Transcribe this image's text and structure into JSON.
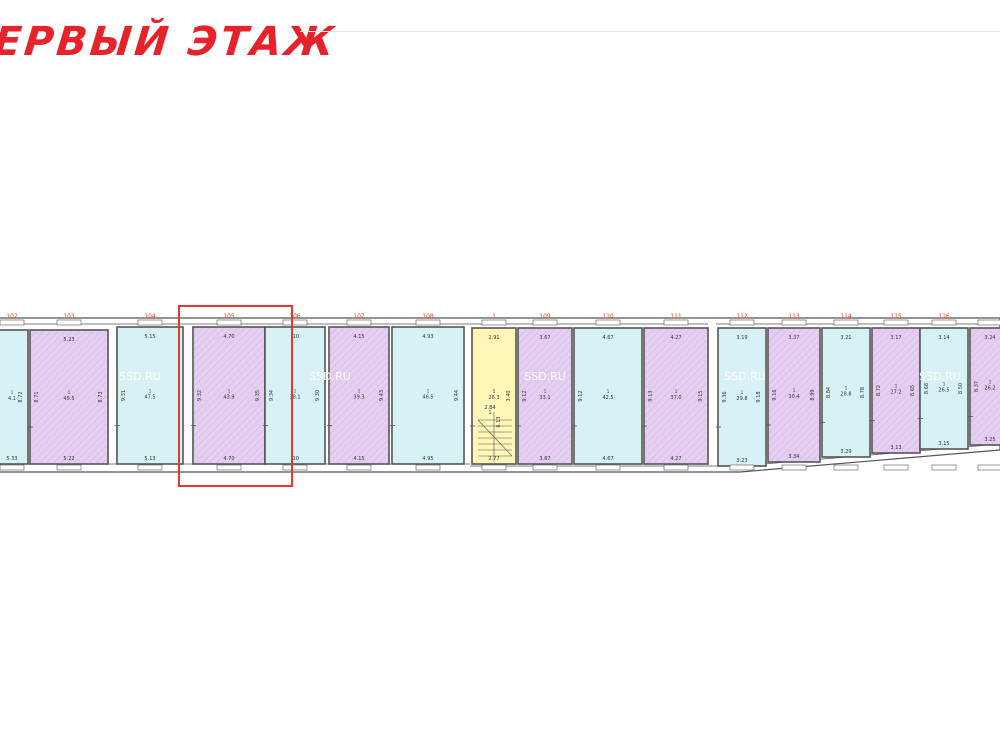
{
  "title": "ЕРВЫЙ ЭТАЖ",
  "colors": {
    "title": "#e6222b",
    "wall": "#555555",
    "cyan_fill": "#d6f2f4",
    "pink_fill": "#e6cdf2",
    "stair_fill": "#fff6b8",
    "hatch": "#8a8a8a",
    "label_red": "#e0442a",
    "dim_text": "#333333",
    "highlight": "#e23a2e",
    "watermark": "#ffffff"
  },
  "watermark_text": "SSD.RU",
  "labels": {
    "entrance_number": "1"
  },
  "rooms": [
    {
      "number": "102",
      "fill": "cyan",
      "top_dim": "",
      "bottom_dim": "5.33",
      "left_dim": "",
      "right_dim": "8.72",
      "center_no": "1",
      "area": "4.1"
    },
    {
      "number": "103",
      "fill": "pink",
      "top_dim": "5.23",
      "bottom_dim": "5.22",
      "left_dim": "8.71",
      "right_dim": "8.73",
      "center_no": "1",
      "area": "45.5"
    },
    {
      "number": "104",
      "fill": "cyan",
      "top_dim": "5.15",
      "bottom_dim": "5.13",
      "left_dim": "9.31",
      "right_dim": "",
      "center_no": "1",
      "area": "47.5"
    },
    {
      "number": "105",
      "fill": "pink",
      "top_dim": "4.70",
      "bottom_dim": "4.70",
      "left_dim": "9.32",
      "right_dim": "9.35",
      "center_no": "1",
      "area": "43.9"
    },
    {
      "number": "106",
      "fill": "cyan",
      "top_dim": ".10",
      "bottom_dim": ".10",
      "left_dim": "9.34",
      "right_dim": "9.30",
      "center_no": "1",
      "area": "38.1"
    },
    {
      "number": "107",
      "fill": "pink",
      "top_dim": "4.15",
      "bottom_dim": "4.15",
      "left_dim": "",
      "right_dim": "9.43",
      "center_no": "1",
      "area": "39.3"
    },
    {
      "number": "108",
      "fill": "cyan",
      "top_dim": "4.93",
      "bottom_dim": "4.95",
      "left_dim": "",
      "right_dim": "9.44",
      "center_no": "1",
      "area": "46.5"
    },
    {
      "number": "1",
      "fill": "stair",
      "top_dim": "2.91",
      "bottom_dim": "2.77",
      "left_dim": "",
      "right_dim": "3.40",
      "center_no": "5",
      "area": "26.3",
      "mid_dim": "2.84",
      "extra_dim": "6.13"
    },
    {
      "number": "109",
      "fill": "pink",
      "top_dim": "3.67",
      "bottom_dim": "3.67",
      "left_dim": "9.12",
      "right_dim": "",
      "center_no": "1",
      "area": "33.1"
    },
    {
      "number": "110",
      "fill": "cyan",
      "top_dim": "4.67",
      "bottom_dim": "4.67",
      "left_dim": "9.12",
      "right_dim": "",
      "center_no": "1",
      "area": "42.5"
    },
    {
      "number": "111",
      "fill": "pink",
      "top_dim": "4.27",
      "bottom_dim": "4.27",
      "left_dim": "9.13",
      "right_dim": "9.15",
      "center_no": "1",
      "area": "37.0"
    },
    {
      "number": "112",
      "fill": "cyan",
      "top_dim": "3.19",
      "bottom_dim": "3.23",
      "left_dim": "9.36",
      "right_dim": "9.18",
      "center_no": "1",
      "area": "29.8"
    },
    {
      "number": "113",
      "fill": "pink",
      "top_dim": "3.37",
      "bottom_dim": "3.34",
      "left_dim": "9.16",
      "right_dim": "8.99",
      "center_no": "1",
      "area": "30.4"
    },
    {
      "number": "114",
      "fill": "cyan",
      "top_dim": "3.21",
      "bottom_dim": "3.29",
      "left_dim": "8.84",
      "right_dim": "8.78",
      "center_no": "1",
      "area": "28.8"
    },
    {
      "number": "115",
      "fill": "pink",
      "top_dim": "3.17",
      "bottom_dim": "3.13",
      "left_dim": "8.72",
      "right_dim": "8.65",
      "center_no": "1",
      "area": "27.2"
    },
    {
      "number": "116",
      "fill": "cyan",
      "top_dim": "3.14",
      "bottom_dim": "3.15",
      "left_dim": "8.68",
      "right_dim": "8.50",
      "center_no": "1",
      "area": "26.5"
    },
    {
      "number": "",
      "fill": "pink",
      "top_dim": "3.24",
      "bottom_dim": "3.25",
      "left_dim": "8.37",
      "right_dim": "",
      "center_no": "1",
      "area": "26.2"
    }
  ]
}
